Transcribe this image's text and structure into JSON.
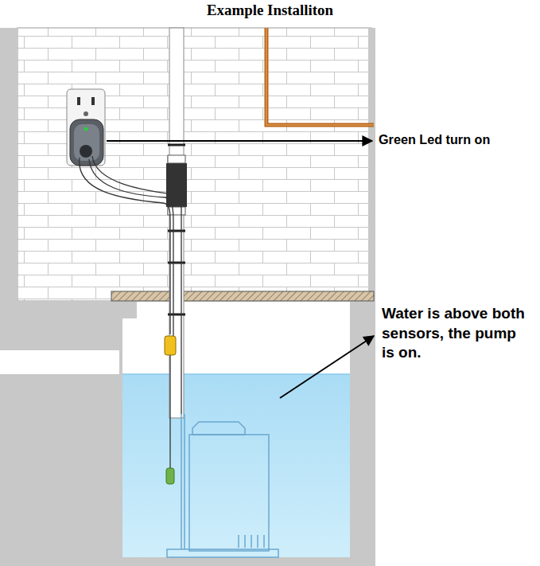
{
  "diagram": {
    "title": "Example Installiton",
    "labels": [
      "Green Led turn on",
      "Water is above both sensors, the pump is on."
    ]
  }
}
